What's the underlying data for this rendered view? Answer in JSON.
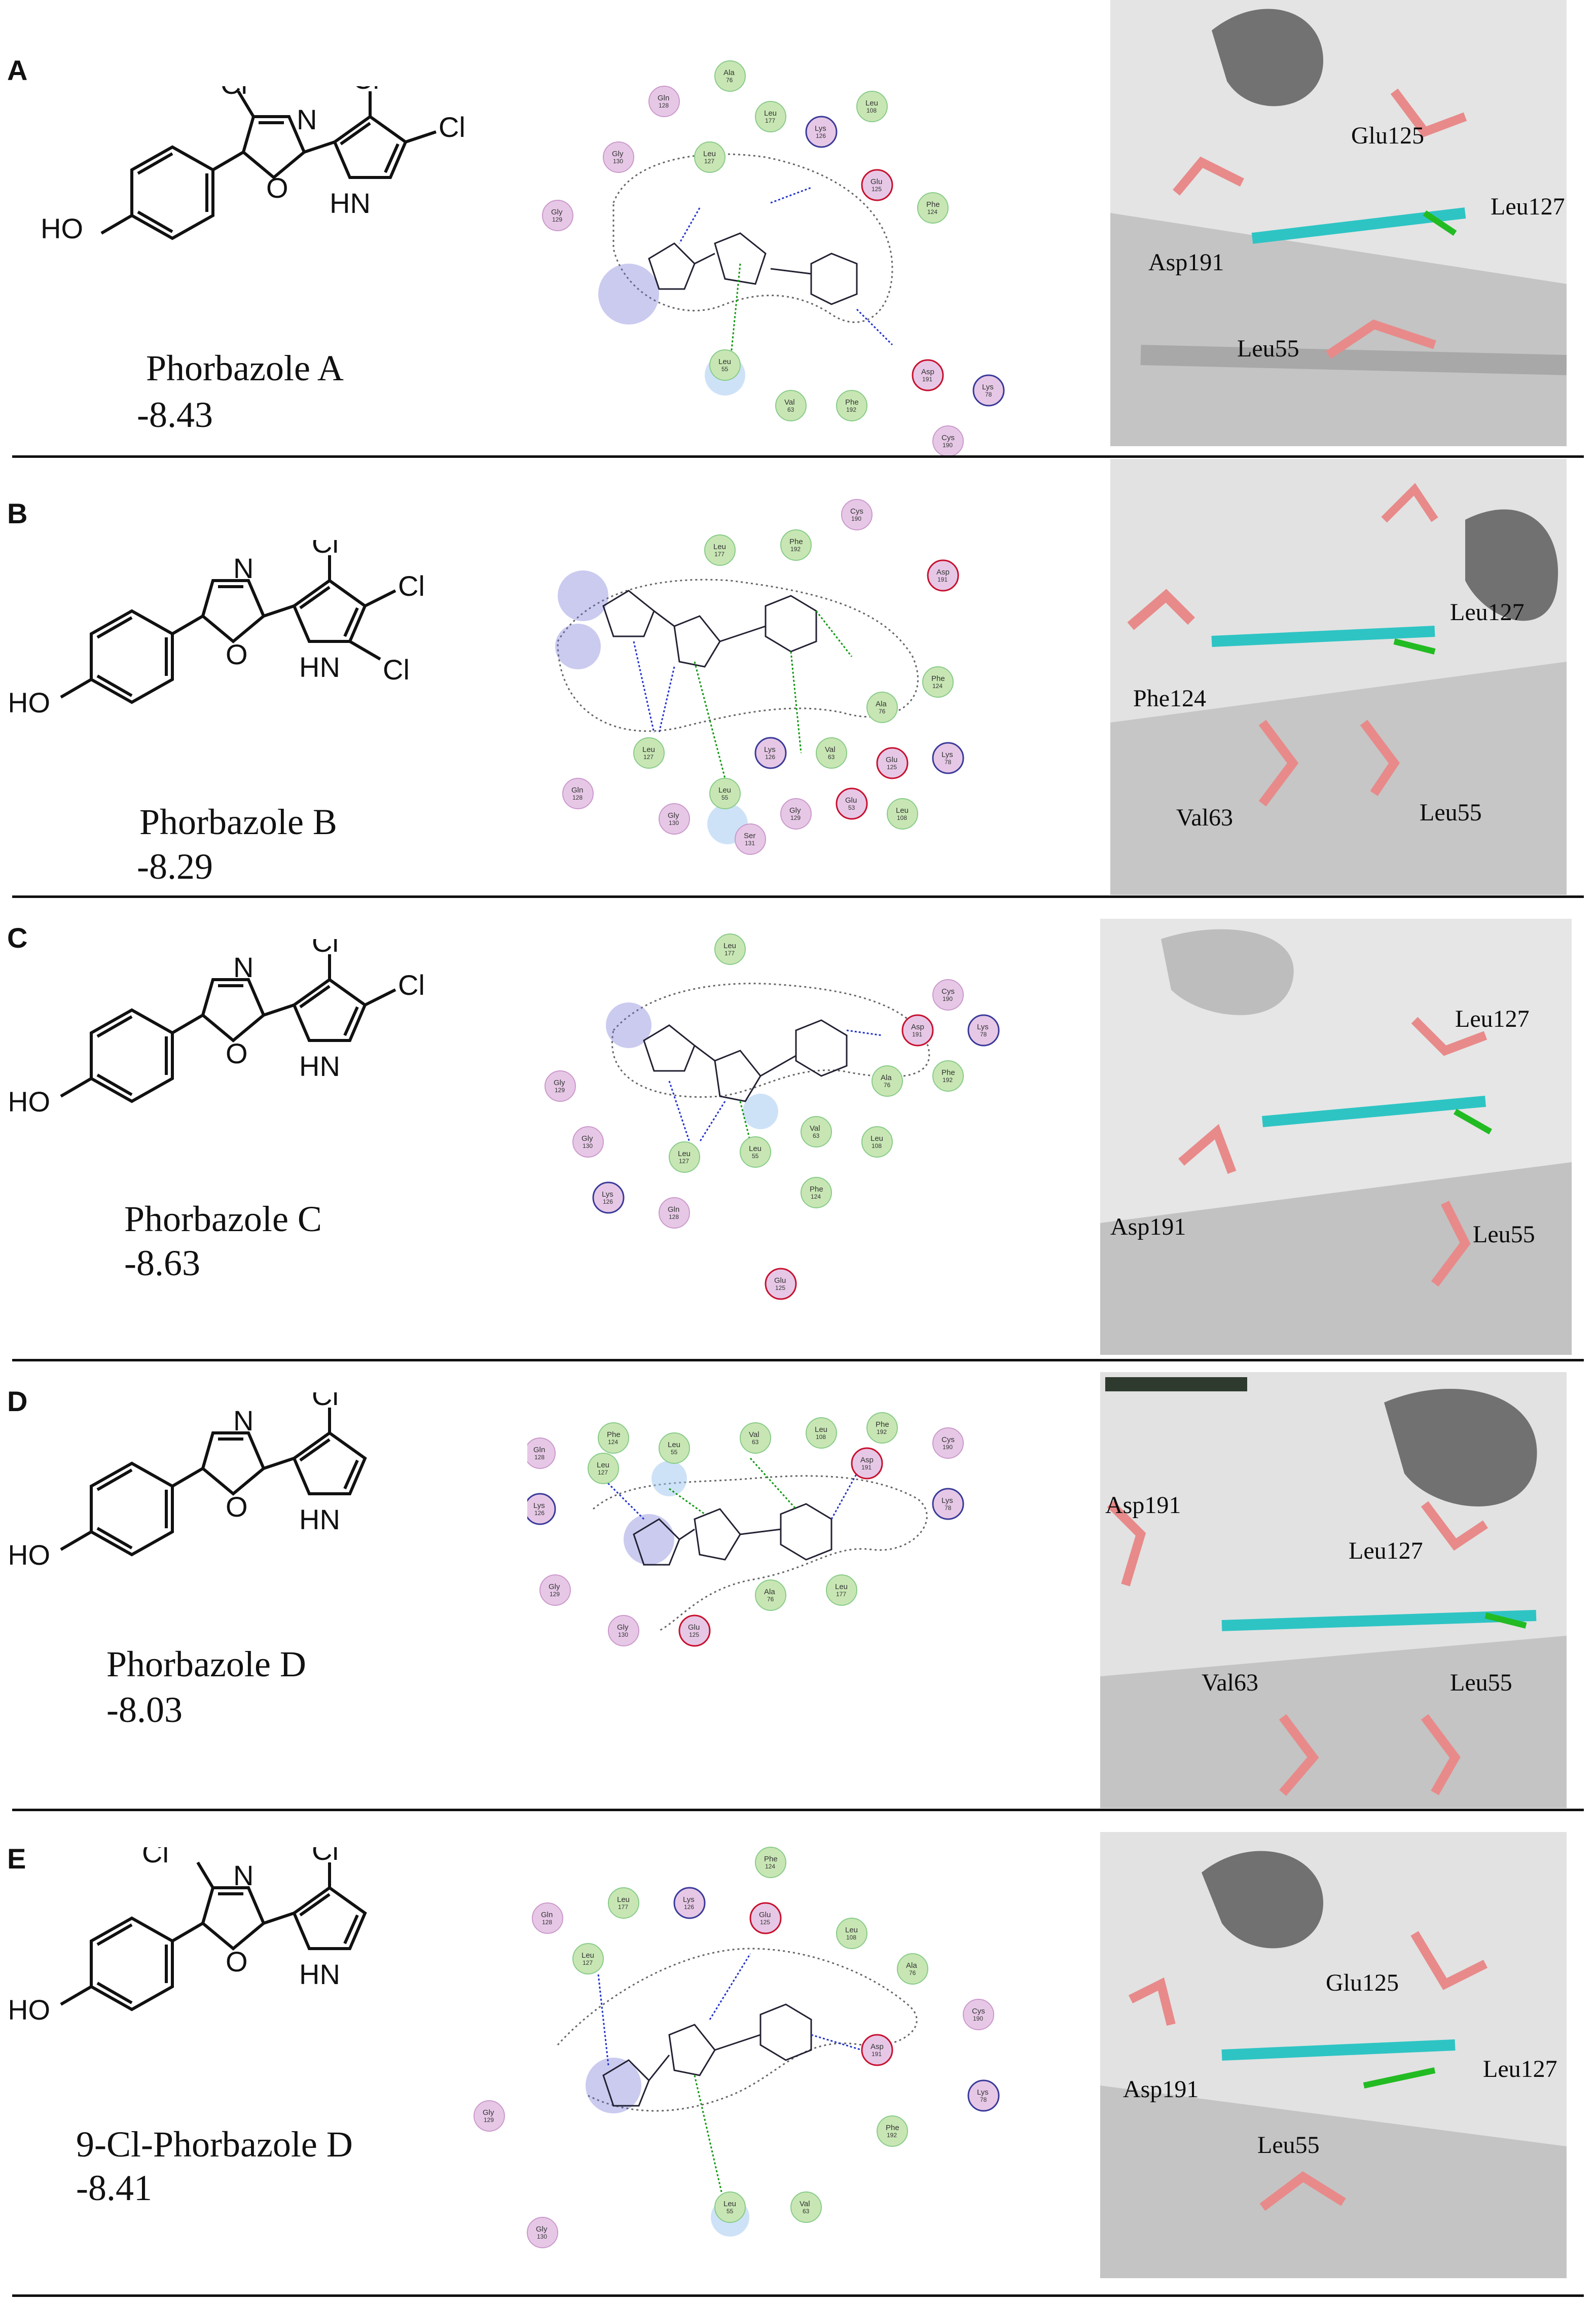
{
  "panels": [
    {
      "letter": "A",
      "name": "Phorbazole A",
      "score": "-8.43",
      "residues_in_plot": [
        "Ala 76",
        "Gln 128",
        "Leu 177",
        "Leu 108",
        "Gly 130",
        "Leu 127",
        "Lys 126",
        "Glu 125",
        "Phe 124",
        "Gly 129",
        "Leu 55",
        "Val 63",
        "Phe 192",
        "Asp 191",
        "Lys 78",
        "Cys 190"
      ],
      "structure_labels": [
        "Glu125",
        "Leu127",
        "Asp191",
        "Leu55"
      ]
    },
    {
      "letter": "B",
      "name": "Phorbazole B",
      "score": "-8.29",
      "residues_in_plot": [
        "Cys 190",
        "Leu 177",
        "Phe 192",
        "Asp 191",
        "Phe 124",
        "Ala 76",
        "Leu 127",
        "Leu 55",
        "Lys 126",
        "Val 63",
        "Glu 125",
        "Lys 78",
        "Gln 128",
        "Gly 130",
        "Gly 129",
        "Glu 53",
        "Leu 108",
        "Ser 131"
      ],
      "structure_labels": [
        "Leu127",
        "Phe124",
        "Val63",
        "Leu55"
      ]
    },
    {
      "letter": "C",
      "name": "Phorbazole C",
      "score": "-8.63",
      "residues_in_plot": [
        "Leu 177",
        "Cys 190",
        "Asp 191",
        "Lys 78",
        "Gly 129",
        "Ala 76",
        "Phe 192",
        "Gly 130",
        "Leu 127",
        "Leu 55",
        "Val 63",
        "Leu 108",
        "Lys 126",
        "Gln 128",
        "Phe 124",
        "Glu 125"
      ],
      "structure_labels": [
        "Leu127",
        "Asp191",
        "Leu55"
      ]
    },
    {
      "letter": "D",
      "name": "Phorbazole D",
      "score": "-8.03",
      "residues_in_plot": [
        "Gln 128",
        "Phe 124",
        "Leu 55",
        "Val 63",
        "Leu 108",
        "Phe 192",
        "Cys 190",
        "Asp 191",
        "Leu 127",
        "Lys 126",
        "Lys 78",
        "Gly 129",
        "Ala 76",
        "Leu 177",
        "Gly 130",
        "Glu 125"
      ],
      "structure_labels": [
        "Asp191",
        "Leu127",
        "Val63",
        "Leu55"
      ]
    },
    {
      "letter": "E",
      "name": "9-Cl-Phorbazole D",
      "score": "-8.41",
      "residues_in_plot": [
        "Phe 124",
        "Gln 128",
        "Leu 177",
        "Lys 126",
        "Glu 125",
        "Leu 108",
        "Leu 127",
        "Ala 76",
        "Cys 190",
        "Asp 191",
        "Gly 129",
        "Lys 78",
        "Phe 192",
        "Leu 55",
        "Val 63",
        "Gly 130"
      ],
      "structure_labels": [
        "Glu125",
        "Asp191",
        "Leu127",
        "Leu55"
      ]
    }
  ],
  "atoms": {
    "cl": "Cl",
    "n": "N",
    "o": "O",
    "hn": "HN",
    "ho": "HO"
  },
  "colors": {
    "hydrophobic": "#c8e6b4",
    "polar": "#e6c8e6",
    "acidic_ring": "#c8102e",
    "basic_ring": "#3a3a9a",
    "ligand_carbon": "#2ec4c4",
    "residue_carbon": "#e88a8a",
    "cartoon": "#c9c9c9"
  }
}
